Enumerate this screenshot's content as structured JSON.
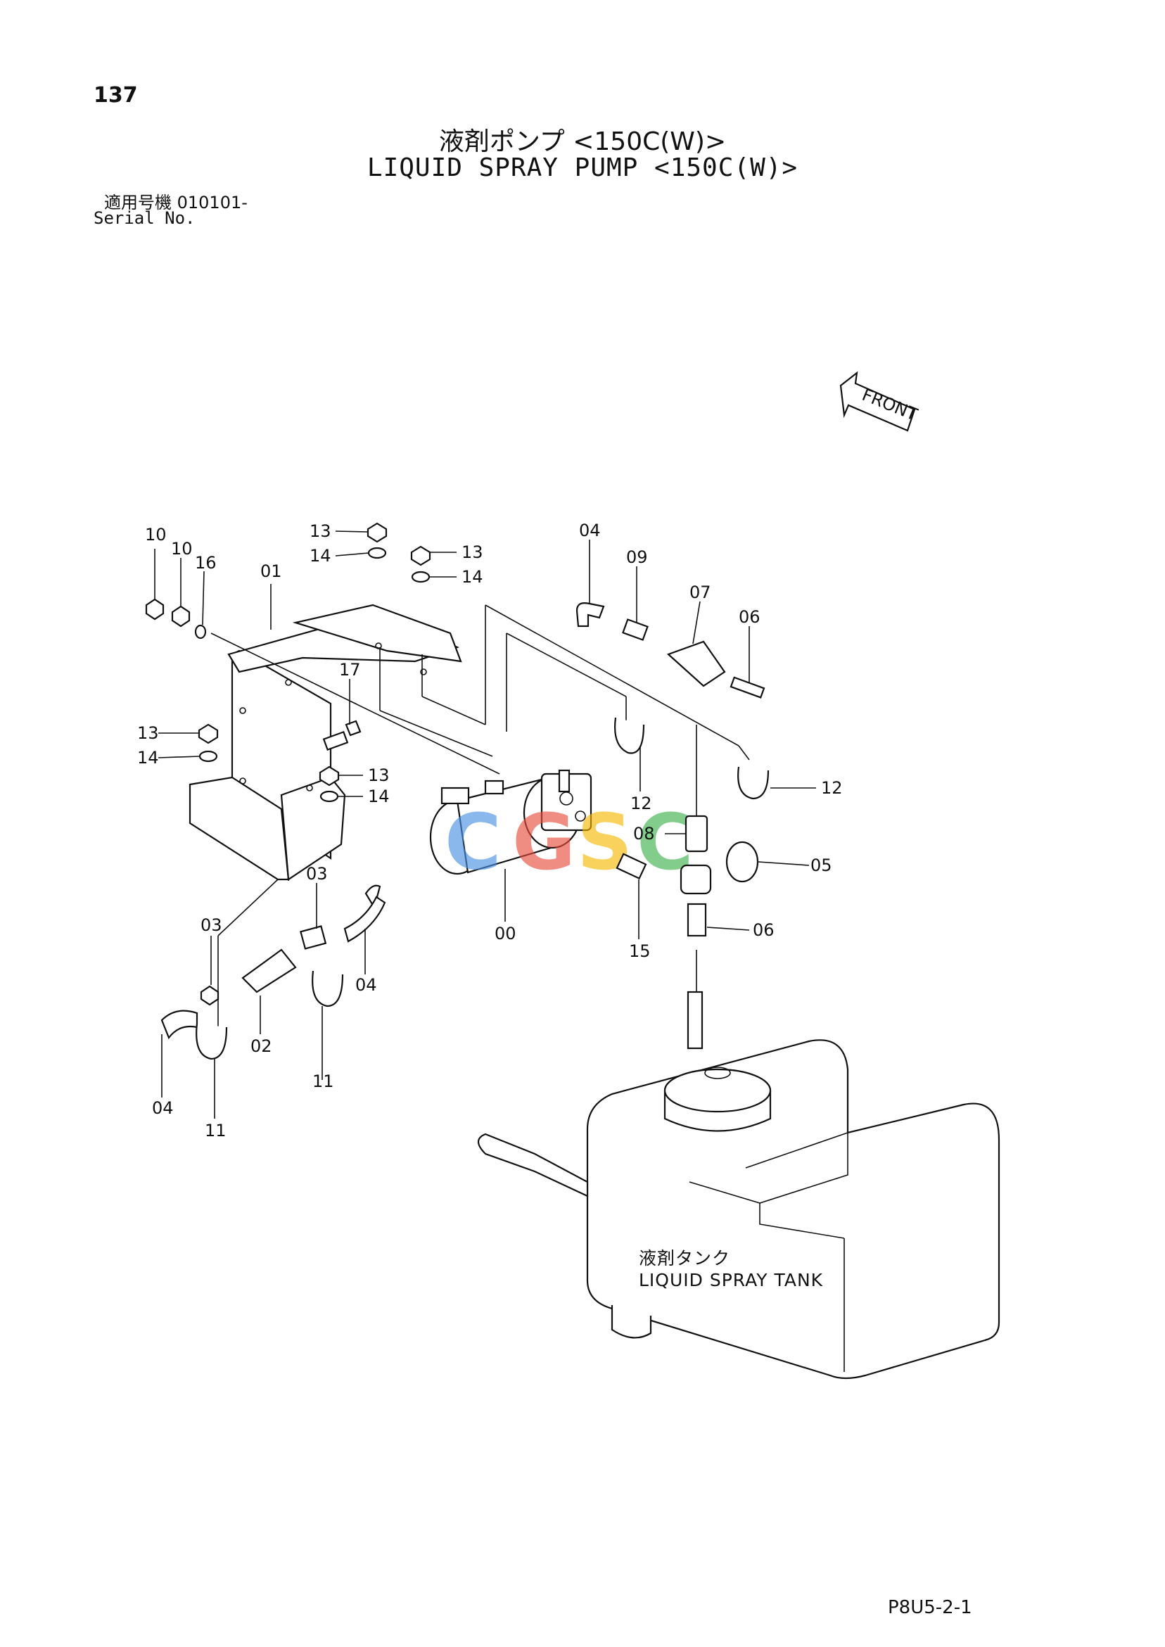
{
  "page_number": "137",
  "title_jp": "液剤ポンプ <150C(W)>",
  "title_en": "LIQUID SPRAY PUMP <150C(W)>",
  "serial_jp": "適用号機  010101-",
  "serial_en": "Serial No.",
  "front_indicator": "FRONT",
  "tank_label_jp": "液剤タンク",
  "tank_label_en": "LIQUID SPRAY TANK",
  "footer_code": "P8U5-2-1",
  "watermark": "CGSC",
  "part_labels": {
    "p10a": "10",
    "p10b": "10",
    "p16": "16",
    "p01": "01",
    "p13a": "13",
    "p14a": "14",
    "p13b": "13",
    "p14b": "14",
    "p13c": "13",
    "p14c": "14",
    "p13d": "13",
    "p14d": "14",
    "p17": "17",
    "p04a": "04",
    "p09": "09",
    "p07": "07",
    "p06a": "06",
    "p12a": "12",
    "p12b": "12",
    "p08": "08",
    "p05": "05",
    "p06b": "06",
    "p00": "00",
    "p15": "15",
    "p03a": "03",
    "p03b": "03",
    "p04b": "04",
    "p04c": "04",
    "p02": "02",
    "p11a": "11",
    "p11b": "11"
  }
}
